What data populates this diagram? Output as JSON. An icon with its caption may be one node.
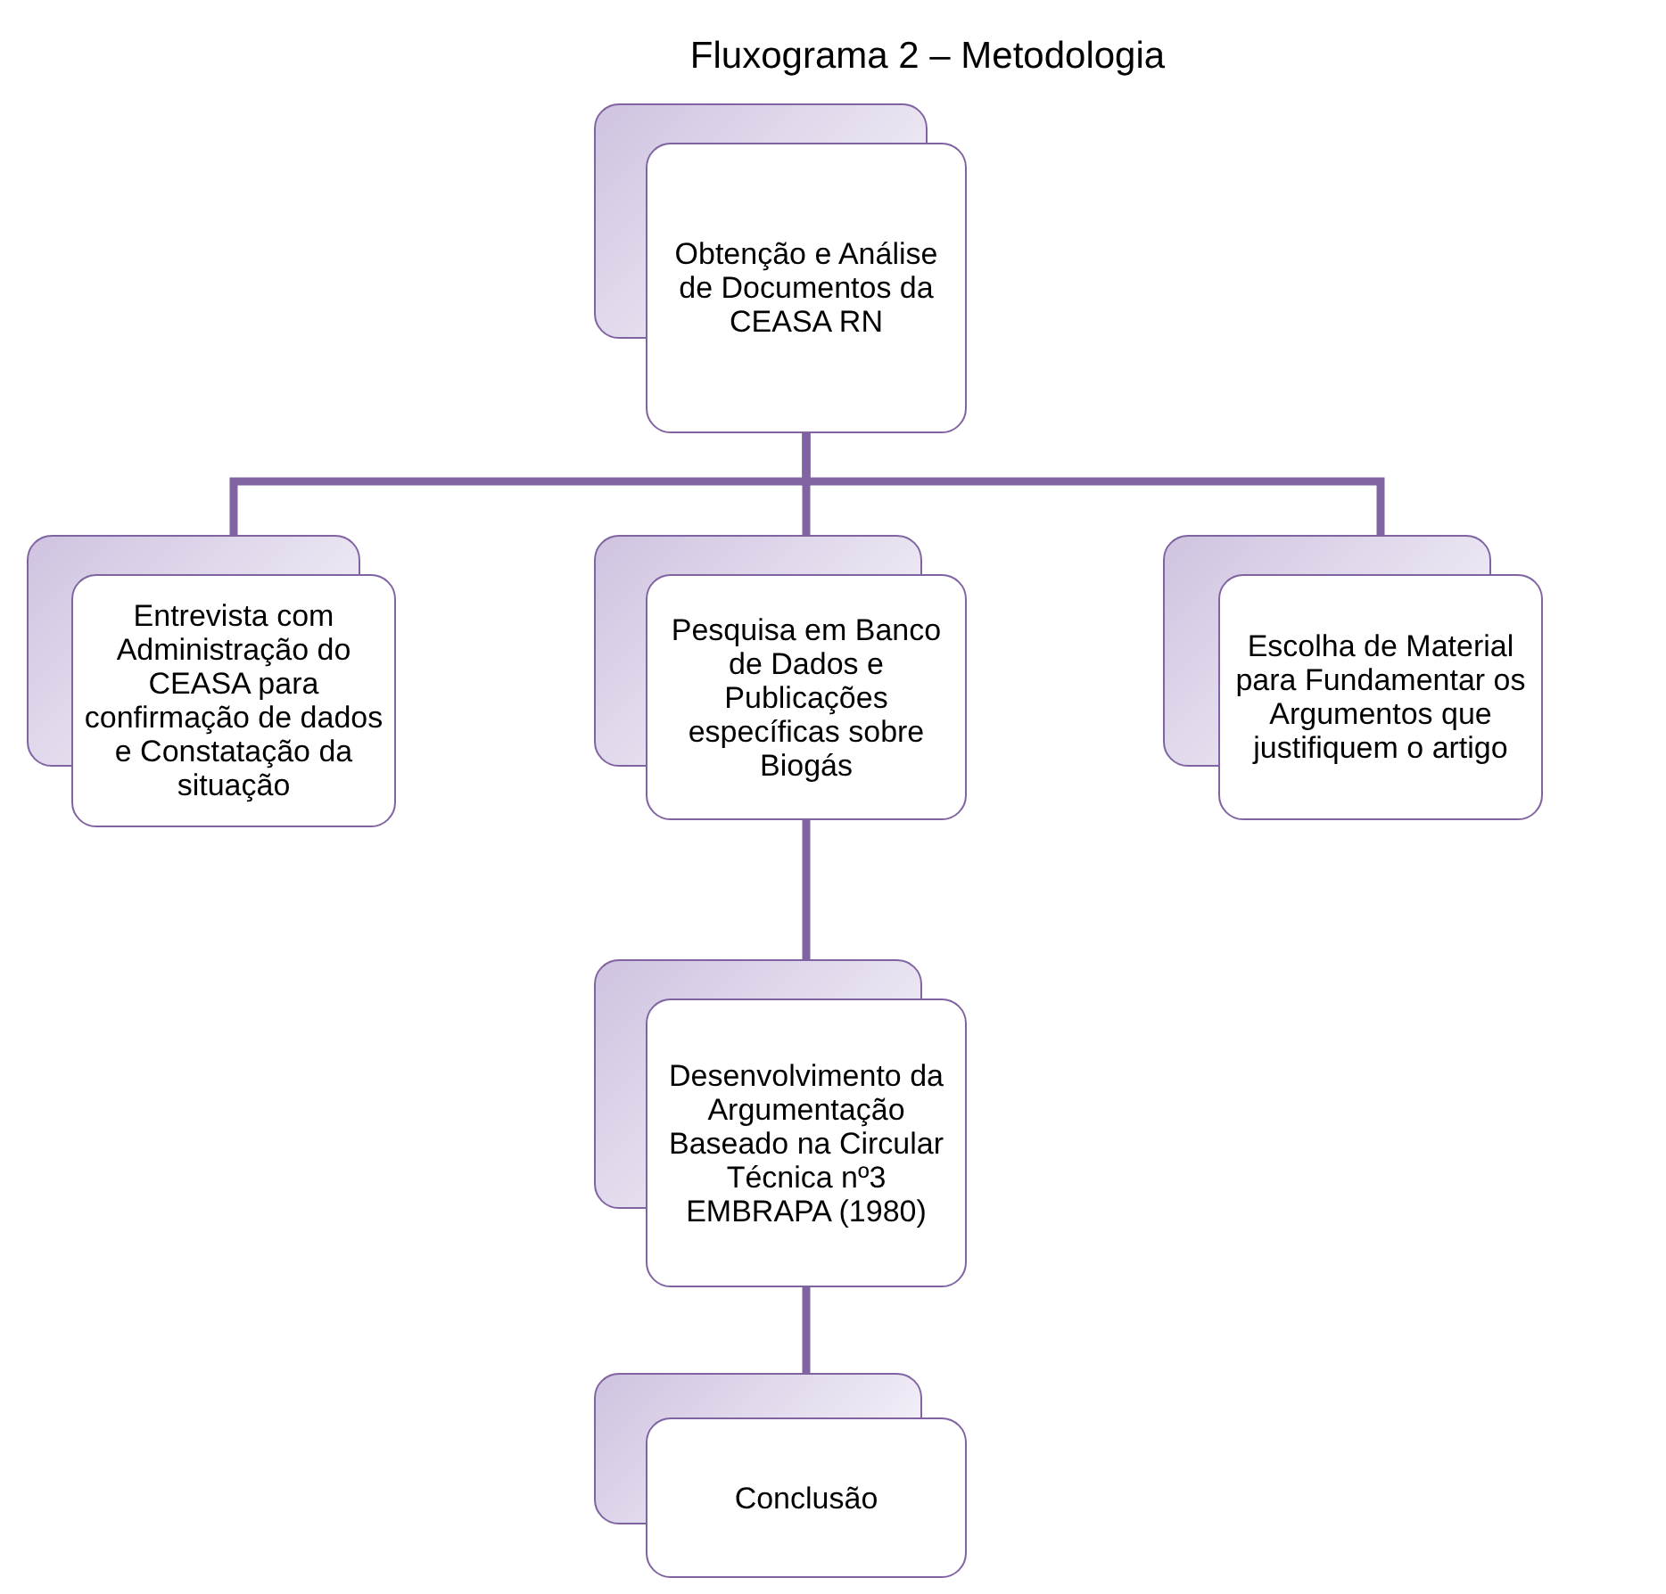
{
  "diagram": {
    "title": "Fluxograma 2 – Metodologia",
    "nodes": [
      {
        "text": [
          "Obtenção e Análise de Documentos da CEASA RN"
        ]
      },
      {
        "text": [
          "Entrevista com Administração do CEASA para confirmação de dados e Constatação da situação"
        ]
      },
      {
        "text": [
          "Pesquisa em Banco de Dados e Publicações específicas sobre Biogás"
        ]
      },
      {
        "text": [
          "Escolha de Material para Fundamentar os Argumentos que justifiquem o artigo"
        ]
      },
      {
        "text": [
          "Desenvolvimento da Argumentação Baseado na Circular Técnica nº3 EMBRAPA (1980)"
        ]
      },
      {
        "text": [
          "Conclusão"
        ]
      }
    ],
    "edges": [
      {
        "from": 0,
        "to": 1,
        "arrow": "none"
      },
      {
        "from": 0,
        "to": 2,
        "arrow": "none"
      },
      {
        "from": 0,
        "to": 3,
        "arrow": "none"
      },
      {
        "from": 2,
        "to": 4,
        "arrow": "none"
      },
      {
        "from": 4,
        "to": 5,
        "arrow": "none"
      }
    ]
  }
}
